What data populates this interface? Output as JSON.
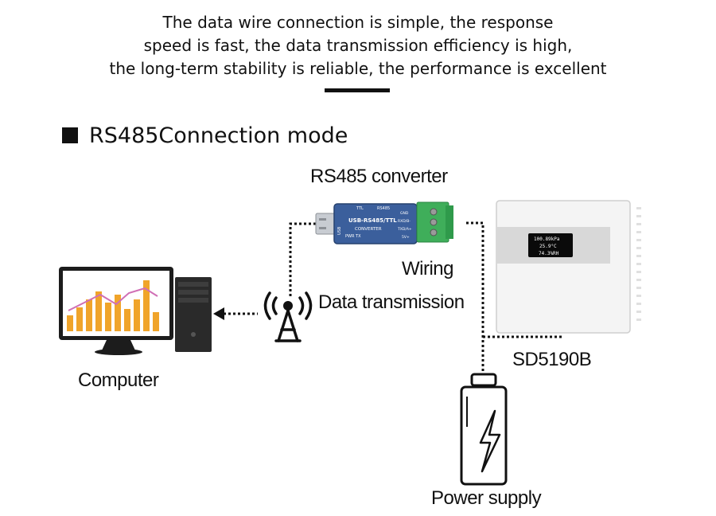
{
  "headline": {
    "line1": "The data wire connection is simple, the response",
    "line2": "speed is fast, the data transmission efficiency is high,",
    "line3": "the long-term stability is reliable, the performance is excellent"
  },
  "section_title": "RS485Connection mode",
  "labels": {
    "converter": "RS485 converter",
    "wiring": "Wiring",
    "data_transmission": "Data transmission",
    "sensor": "SD5190B",
    "computer": "Computer",
    "power": "Power supply"
  },
  "converter_device": {
    "top_ttl": "TTL",
    "top_rs485": "RS485",
    "line1": "USB-RS485/TTL",
    "line2": "CONVERTER",
    "side_usb": "USB",
    "bottom": "PWR TX",
    "pins": [
      "GND",
      "RXD/B-",
      "TXD/A+",
      "5V+"
    ]
  },
  "sensor_display": {
    "line1": "100.89kPa",
    "line2": "25.9°C",
    "line3": "74.3%RH"
  },
  "colors": {
    "converter_body": "#3b5f9c",
    "terminal_block": "#3fae5a",
    "chart_bar": "#f0a42a",
    "chart_line": "#d06fb5",
    "monitor_frame": "#1c1c1c"
  }
}
